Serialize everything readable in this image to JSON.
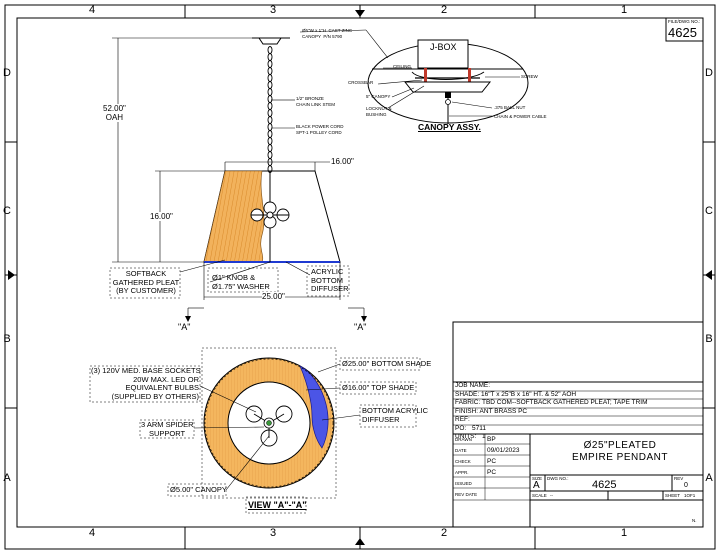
{
  "zones": {
    "columns_top": [
      "4",
      "3",
      "2",
      "1"
    ],
    "columns_bottom": [
      "4",
      "3",
      "2",
      "1"
    ],
    "rows_left": [
      "D",
      "C",
      "B",
      "A"
    ],
    "rows_right": [
      "D",
      "C",
      "B",
      "A"
    ]
  },
  "corner": {
    "label": "FILE/DWG NO.:",
    "number": "4625"
  },
  "canopy_assembly": {
    "jbox": "J-BOX",
    "ceiling": "CEILING",
    "crossbar": "CROSSBAR",
    "screw": "SCREW",
    "canopy": "5\" CANOPY",
    "locknut": "LOCKNUT &\nBUSHING",
    "ball_nut": ".375 BALL NUT",
    "chain_cable": "CHAIN & POWER CABLE",
    "title": "CANOPY ASSY."
  },
  "elevation": {
    "canopy_note": "Ø5\"W x 1\"H  CAST ZINC\nCANOPY  P/N 5790",
    "chain_note": "1/2\" BRONZE\nCHAIN LINK STEM",
    "cord_note": "BLACK POWER CORD\nSPT-1 POLLEY CORD",
    "oah": "52.00\"\nOAH",
    "top_dia": "16.00\"",
    "height": "16.00\"",
    "bottom_dia": "25.00\"",
    "softback": "SOFTBACK\nGATHERED PLEAT\n(BY CUSTOMER)",
    "knob": "Ø1\" KNOB &\nØ1.75\" WASHER",
    "diffuser": "ACRYLIC\nBOTTOM\nDIFFUSER",
    "section_left": "\"A\"",
    "section_right": "\"A\""
  },
  "bottom_view": {
    "sockets": "(3) 120V MED. BASE SOCKETS\n20W MAX. LED OR\nEQUIVALENT BULBS\n(SUPPLIED BY OTHERS)",
    "spider": "3 ARM SPIDER\nSUPPORT",
    "canopy": "Ø5.00\" CANOPY",
    "bottom_shade": "Ø25.00\" BOTTOM SHADE",
    "top_shade": "Ø16.00\" TOP SHADE",
    "acrylic": "BOTTOM ACRYLIC\nDIFFUSER",
    "view_title": "VIEW \"A\"-\"A\""
  },
  "title_block": {
    "job_name": "JOB NAME:",
    "shade": "SHADE:  16\"T x 25\"B x 16\" HT. &  52\"  AOH",
    "fabric": "FABRIC:  TBD COM--SOFTBACK GATHERED PLEAT; TAPE TRIM",
    "finish": "FINISH:  ANT BRASS PC",
    "ref": "REF:",
    "po_label": "PO:",
    "po": "5711",
    "units_label": "UNITS:",
    "units": "1",
    "drawn_label": "DRAWN",
    "drawn": "BP",
    "date_label": "DATE",
    "date": "09/01/2023",
    "check_label": "CHECK",
    "check": "PC",
    "appr_label": "APPR.",
    "appr": "PC",
    "issued_label": "ISSUED",
    "rev_date_label": "REV  DATE",
    "product_title": "Ø25\"PLEATED\nEMPIRE PENDANT",
    "size_label": "SIZE",
    "size": "A",
    "dwg_label": "DWG NO.:",
    "dwg": "4625",
    "rev_label": "REV",
    "rev": "0",
    "scale_label": "SCALE",
    "scale": "--",
    "sheet_label": "SHEET",
    "sheet": "1OF1",
    "corner_n": "N."
  }
}
